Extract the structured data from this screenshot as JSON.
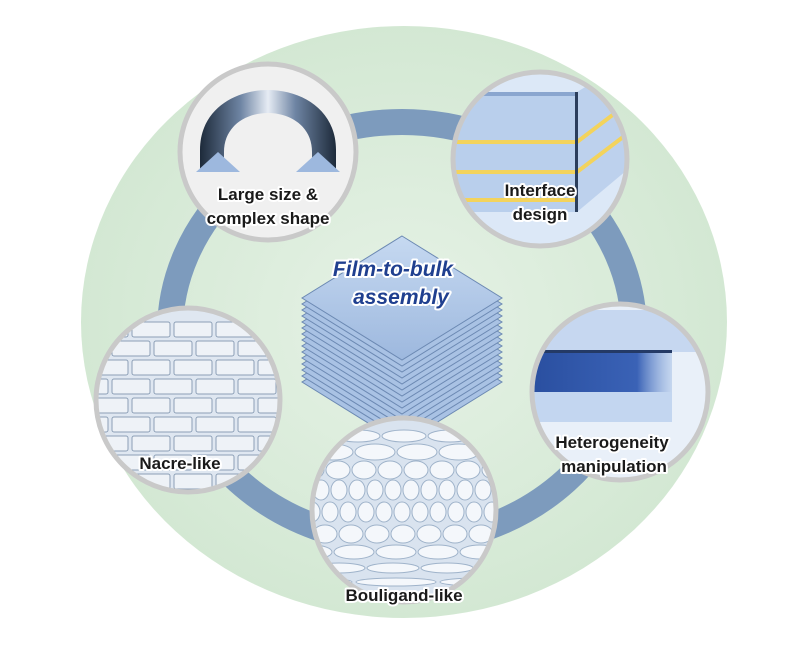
{
  "center": {
    "line1": "Film-to-bulk",
    "line2": "assembly"
  },
  "nodes": {
    "large_size": {
      "line1": "Large size &",
      "line2": "complex shape"
    },
    "interface": {
      "line1": "Interface",
      "line2": "design"
    },
    "heterogeneity": {
      "line1": "Heterogeneity",
      "line2": "manipulation"
    },
    "bouligand": {
      "line1": "Bouligand-like"
    },
    "nacre": {
      "line1": "Nacre-like"
    }
  },
  "colors": {
    "background_disc": "#d6ead6",
    "ring": "#7d9bbd",
    "circle_border": "#c9c9c9",
    "film": "#aac4e6",
    "accent_dark_blue": "#2a4fa0",
    "interface_yellow": "#f3d35c",
    "center_text": "#1f3f8f"
  }
}
